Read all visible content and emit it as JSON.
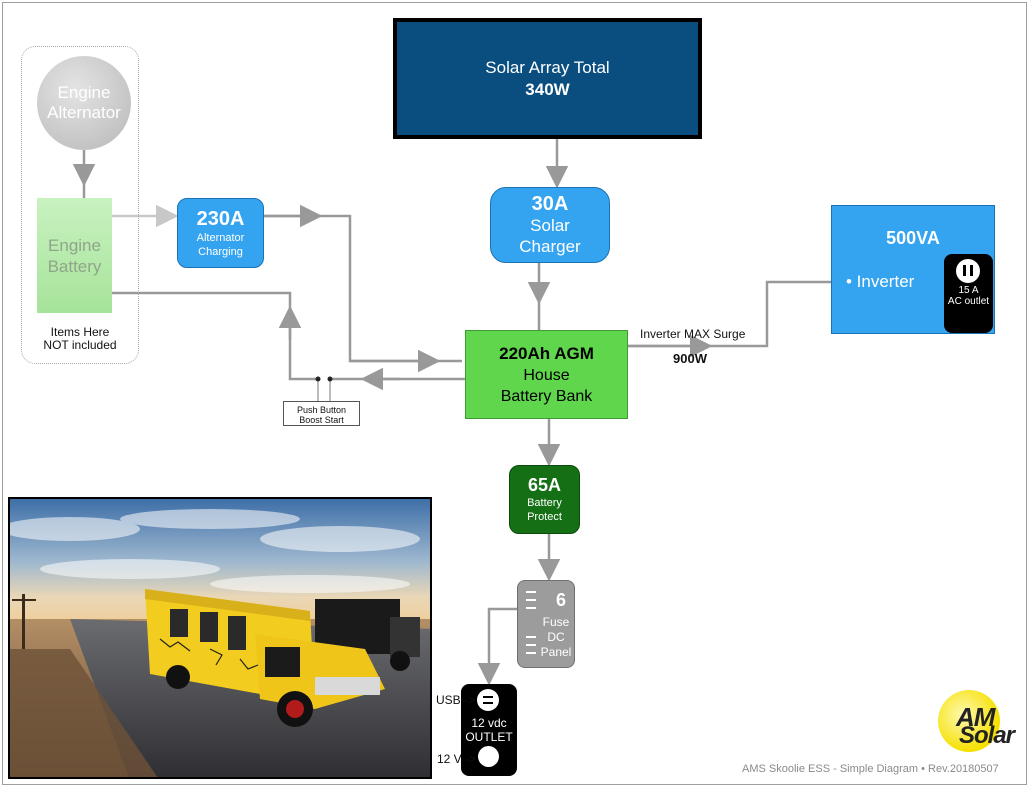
{
  "engine_alternator": {
    "label_line1": "Engine",
    "label_line2": "Alternator"
  },
  "engine_battery": {
    "label_line1": "Engine",
    "label_line2": "Battery"
  },
  "not_included": {
    "line1": "Items Here",
    "line2": "NOT included"
  },
  "alternator_charging": {
    "amps": "230A",
    "line1": "Alternator",
    "line2": "Charging"
  },
  "solar_array": {
    "line1": "Solar Array Total",
    "watts": "340W"
  },
  "solar_charger": {
    "amps": "30A",
    "line1": "Solar",
    "line2": "Charger"
  },
  "house_battery": {
    "capacity": "220Ah AGM",
    "line1": "House",
    "line2": "Battery Bank"
  },
  "battery_protect": {
    "amps": "65A",
    "line1": "Battery",
    "line2": "Protect"
  },
  "fuse_panel": {
    "count": "6",
    "line1": "Fuse",
    "line2": "DC",
    "line3": "Panel"
  },
  "outlet": {
    "usb_label": "USB ->",
    "v12_label": "12 V ->",
    "line1": "12 vdc",
    "line2": "OUTLET"
  },
  "inverter": {
    "rating": "500VA",
    "label": "• Inverter",
    "ac_line1": "15 A",
    "ac_line2": "AC outlet"
  },
  "surge": {
    "label": "Inverter MAX Surge",
    "value": "900W"
  },
  "push_button": {
    "line1": "Push Button",
    "line2": "Boost Start"
  },
  "logo": {
    "am": "AM",
    "solar": "Solar"
  },
  "footer": "AMS Skoolie ESS - Simple Diagram • Rev.20180507",
  "colors": {
    "light_blue": "#34a3f0",
    "navy": "#0a4e80",
    "green": "#5fd64c",
    "dark_green": "#157015",
    "gray": "#9c9c9c",
    "wire": "#999999"
  },
  "icons": [
    "photo-school-bus",
    "usb-port-icon",
    "dc-outlet-icon",
    "ac-outlet-icon",
    "amsolar-logo"
  ]
}
